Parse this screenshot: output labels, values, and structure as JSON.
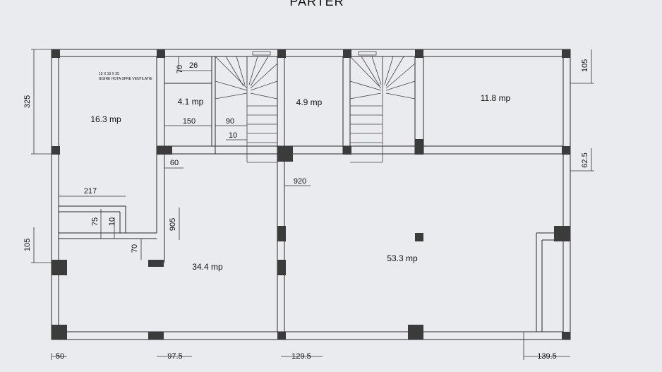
{
  "title": "PARTER",
  "rooms": [
    {
      "id": "r1",
      "area": "16.3 mp"
    },
    {
      "id": "r2",
      "area": "4.1 mp"
    },
    {
      "id": "r3",
      "area": "4.9 mp"
    },
    {
      "id": "r4",
      "area": "11.8 mp"
    },
    {
      "id": "r5",
      "area": "34.4 mp"
    },
    {
      "id": "r6",
      "area": "53.3 mp"
    }
  ],
  "note": {
    "line1": "15 X 10 X 25",
    "line2": "IESIRE HOTA SPRE VENTILATIE"
  },
  "dims": {
    "d325": "325",
    "d105a": "105",
    "d26": "26",
    "d70a": "70",
    "d150": "150",
    "d90": "90",
    "d10a": "10",
    "d62_5": "62.5",
    "d60": "60",
    "d920": "920",
    "d217": "217",
    "d75": "75",
    "d10b": "10",
    "d905": "905",
    "d105b": "105",
    "d70b": "70",
    "d50": "50",
    "d97_5": "97.5",
    "d129_5": "129.5",
    "d139_5": "139.5"
  }
}
